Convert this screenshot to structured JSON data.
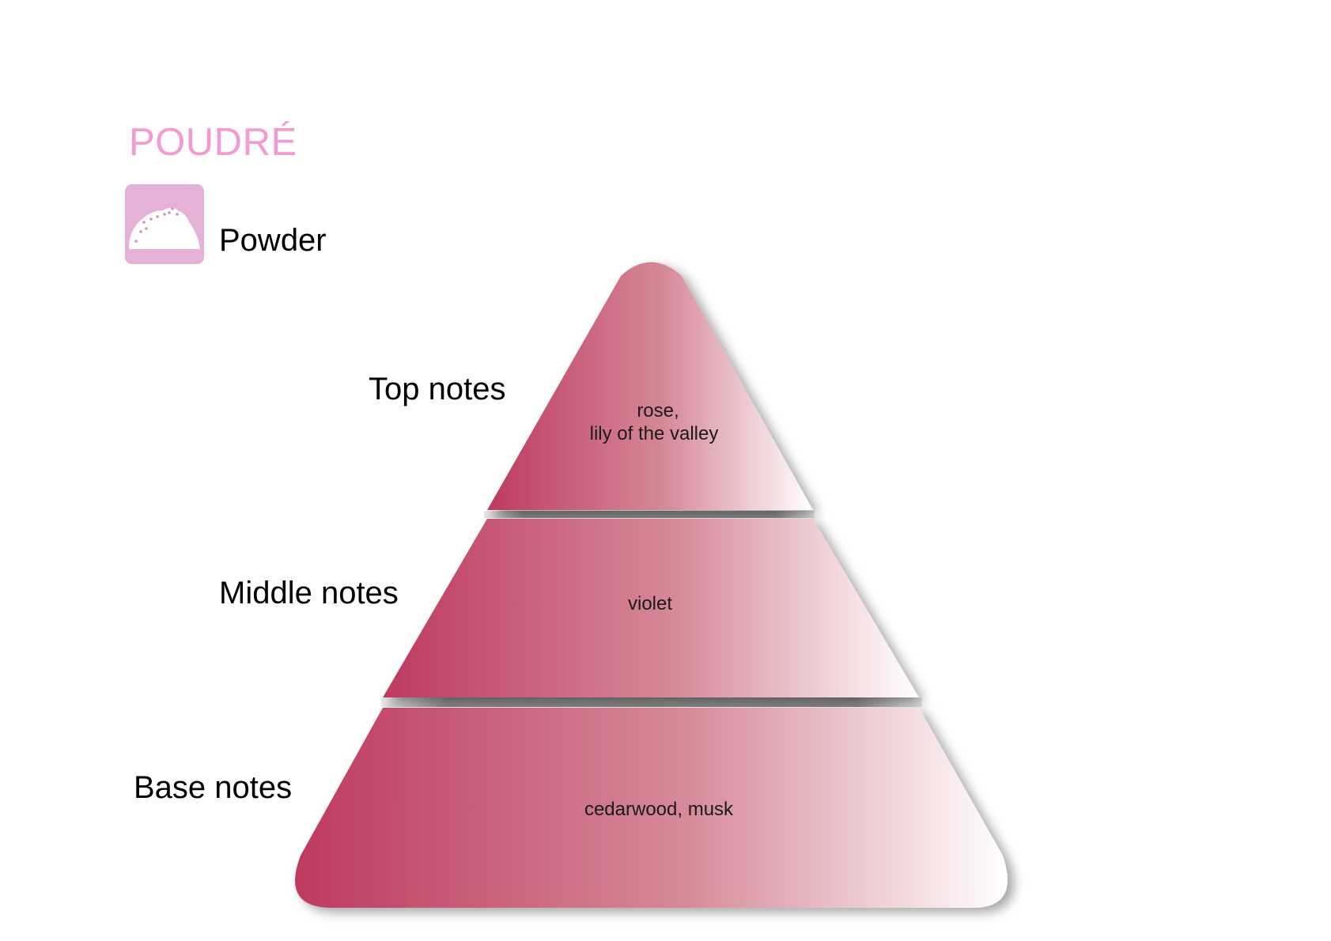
{
  "header": {
    "title": "POUDRÉ",
    "title_color": "#f49ad2"
  },
  "family": {
    "label": "Powder",
    "icon": "powder-icon",
    "icon_bg": "#e5b1d6"
  },
  "pyramid": {
    "gradient_start": "#bd3a5f",
    "gradient_end": "#ffffff",
    "separator_color": "#8a8a8a",
    "tiers": [
      {
        "label": "Top notes",
        "notes_line1": "rose,",
        "notes_line2": "lily of the valley"
      },
      {
        "label": "Middle notes",
        "notes": "violet"
      },
      {
        "label": "Base notes",
        "notes": "cedarwood, musk"
      }
    ]
  }
}
